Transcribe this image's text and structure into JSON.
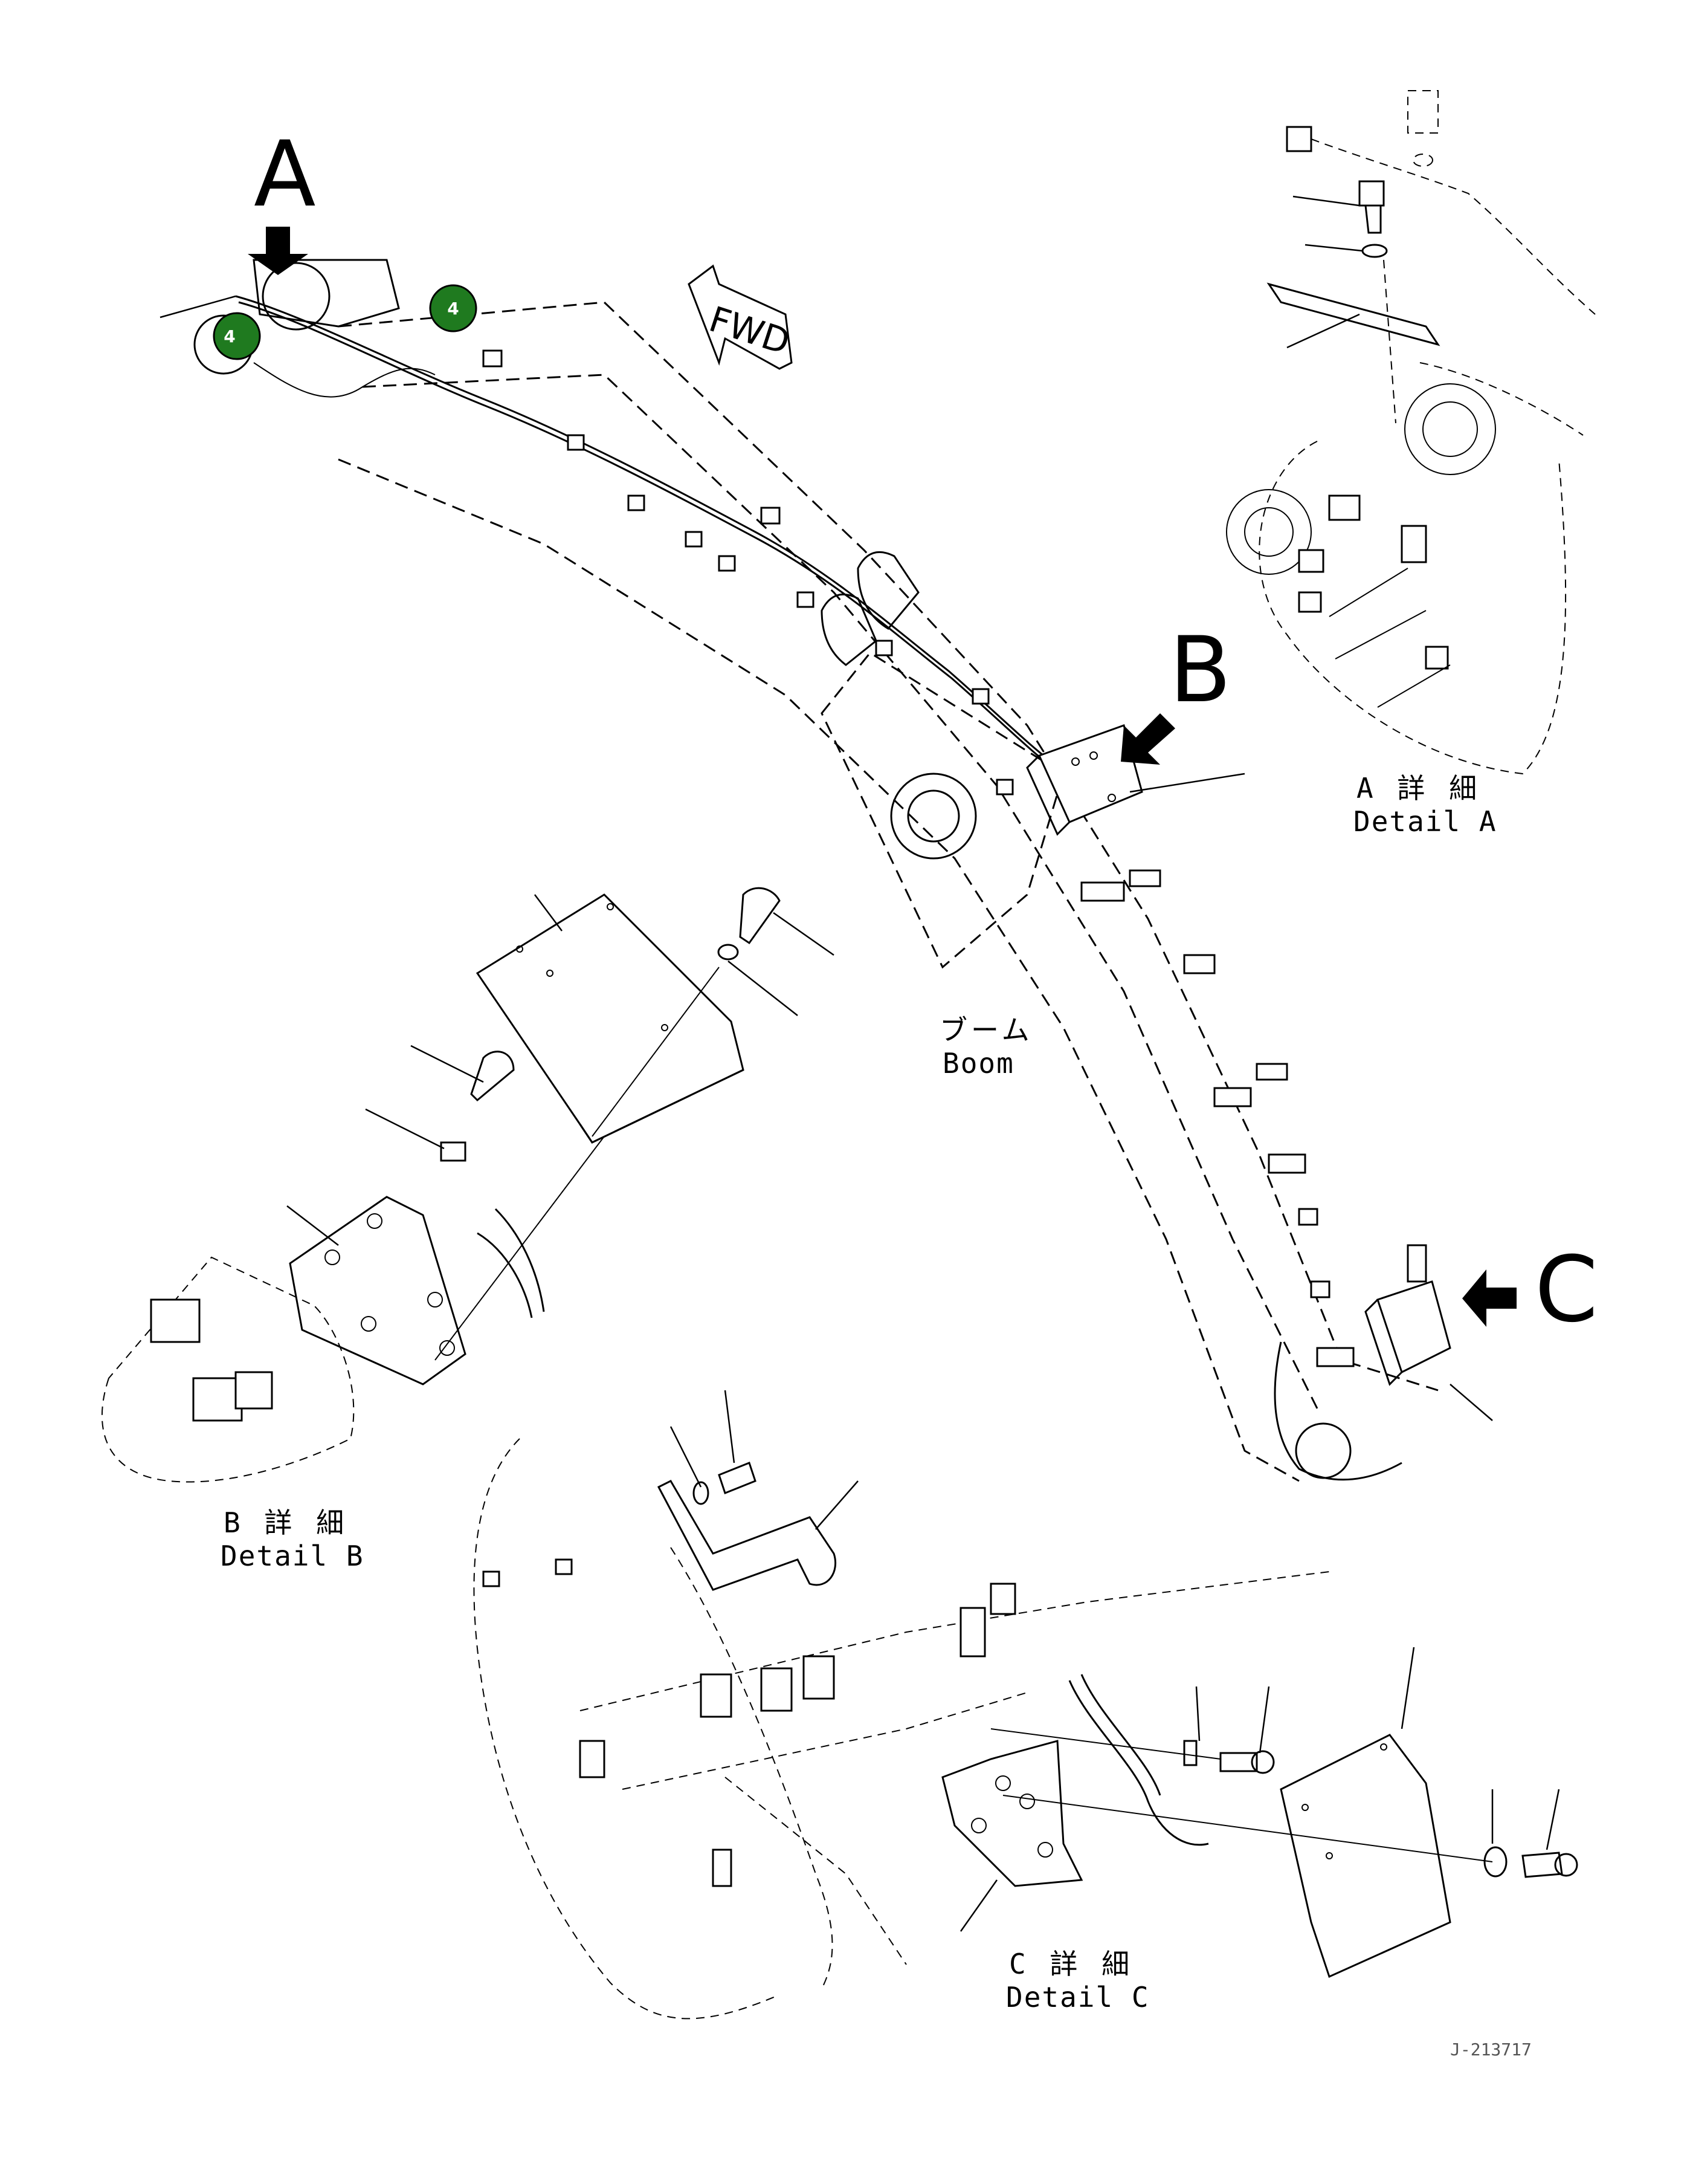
{
  "labels": {
    "view_a": "A",
    "view_b": "B",
    "view_c": "C",
    "fwd": "FWD",
    "boom_ja": "ブーム",
    "boom_en": "Boom",
    "detail_a_ja": "A 詳 細",
    "detail_a_en": "Detail A",
    "detail_b_ja": "B 詳 細",
    "detail_b_en": "Detail B",
    "detail_c_ja": "C 詳 細",
    "detail_c_en": "Detail C",
    "drawing_code": "J-213717"
  },
  "badges": [
    {
      "text": "4",
      "color": "#1f7a1f"
    },
    {
      "text": "4",
      "color": "#1f7a1f"
    }
  ],
  "colors": {
    "line": "#000000",
    "badge_fill": "#1f7a1f",
    "background": "#ffffff"
  }
}
